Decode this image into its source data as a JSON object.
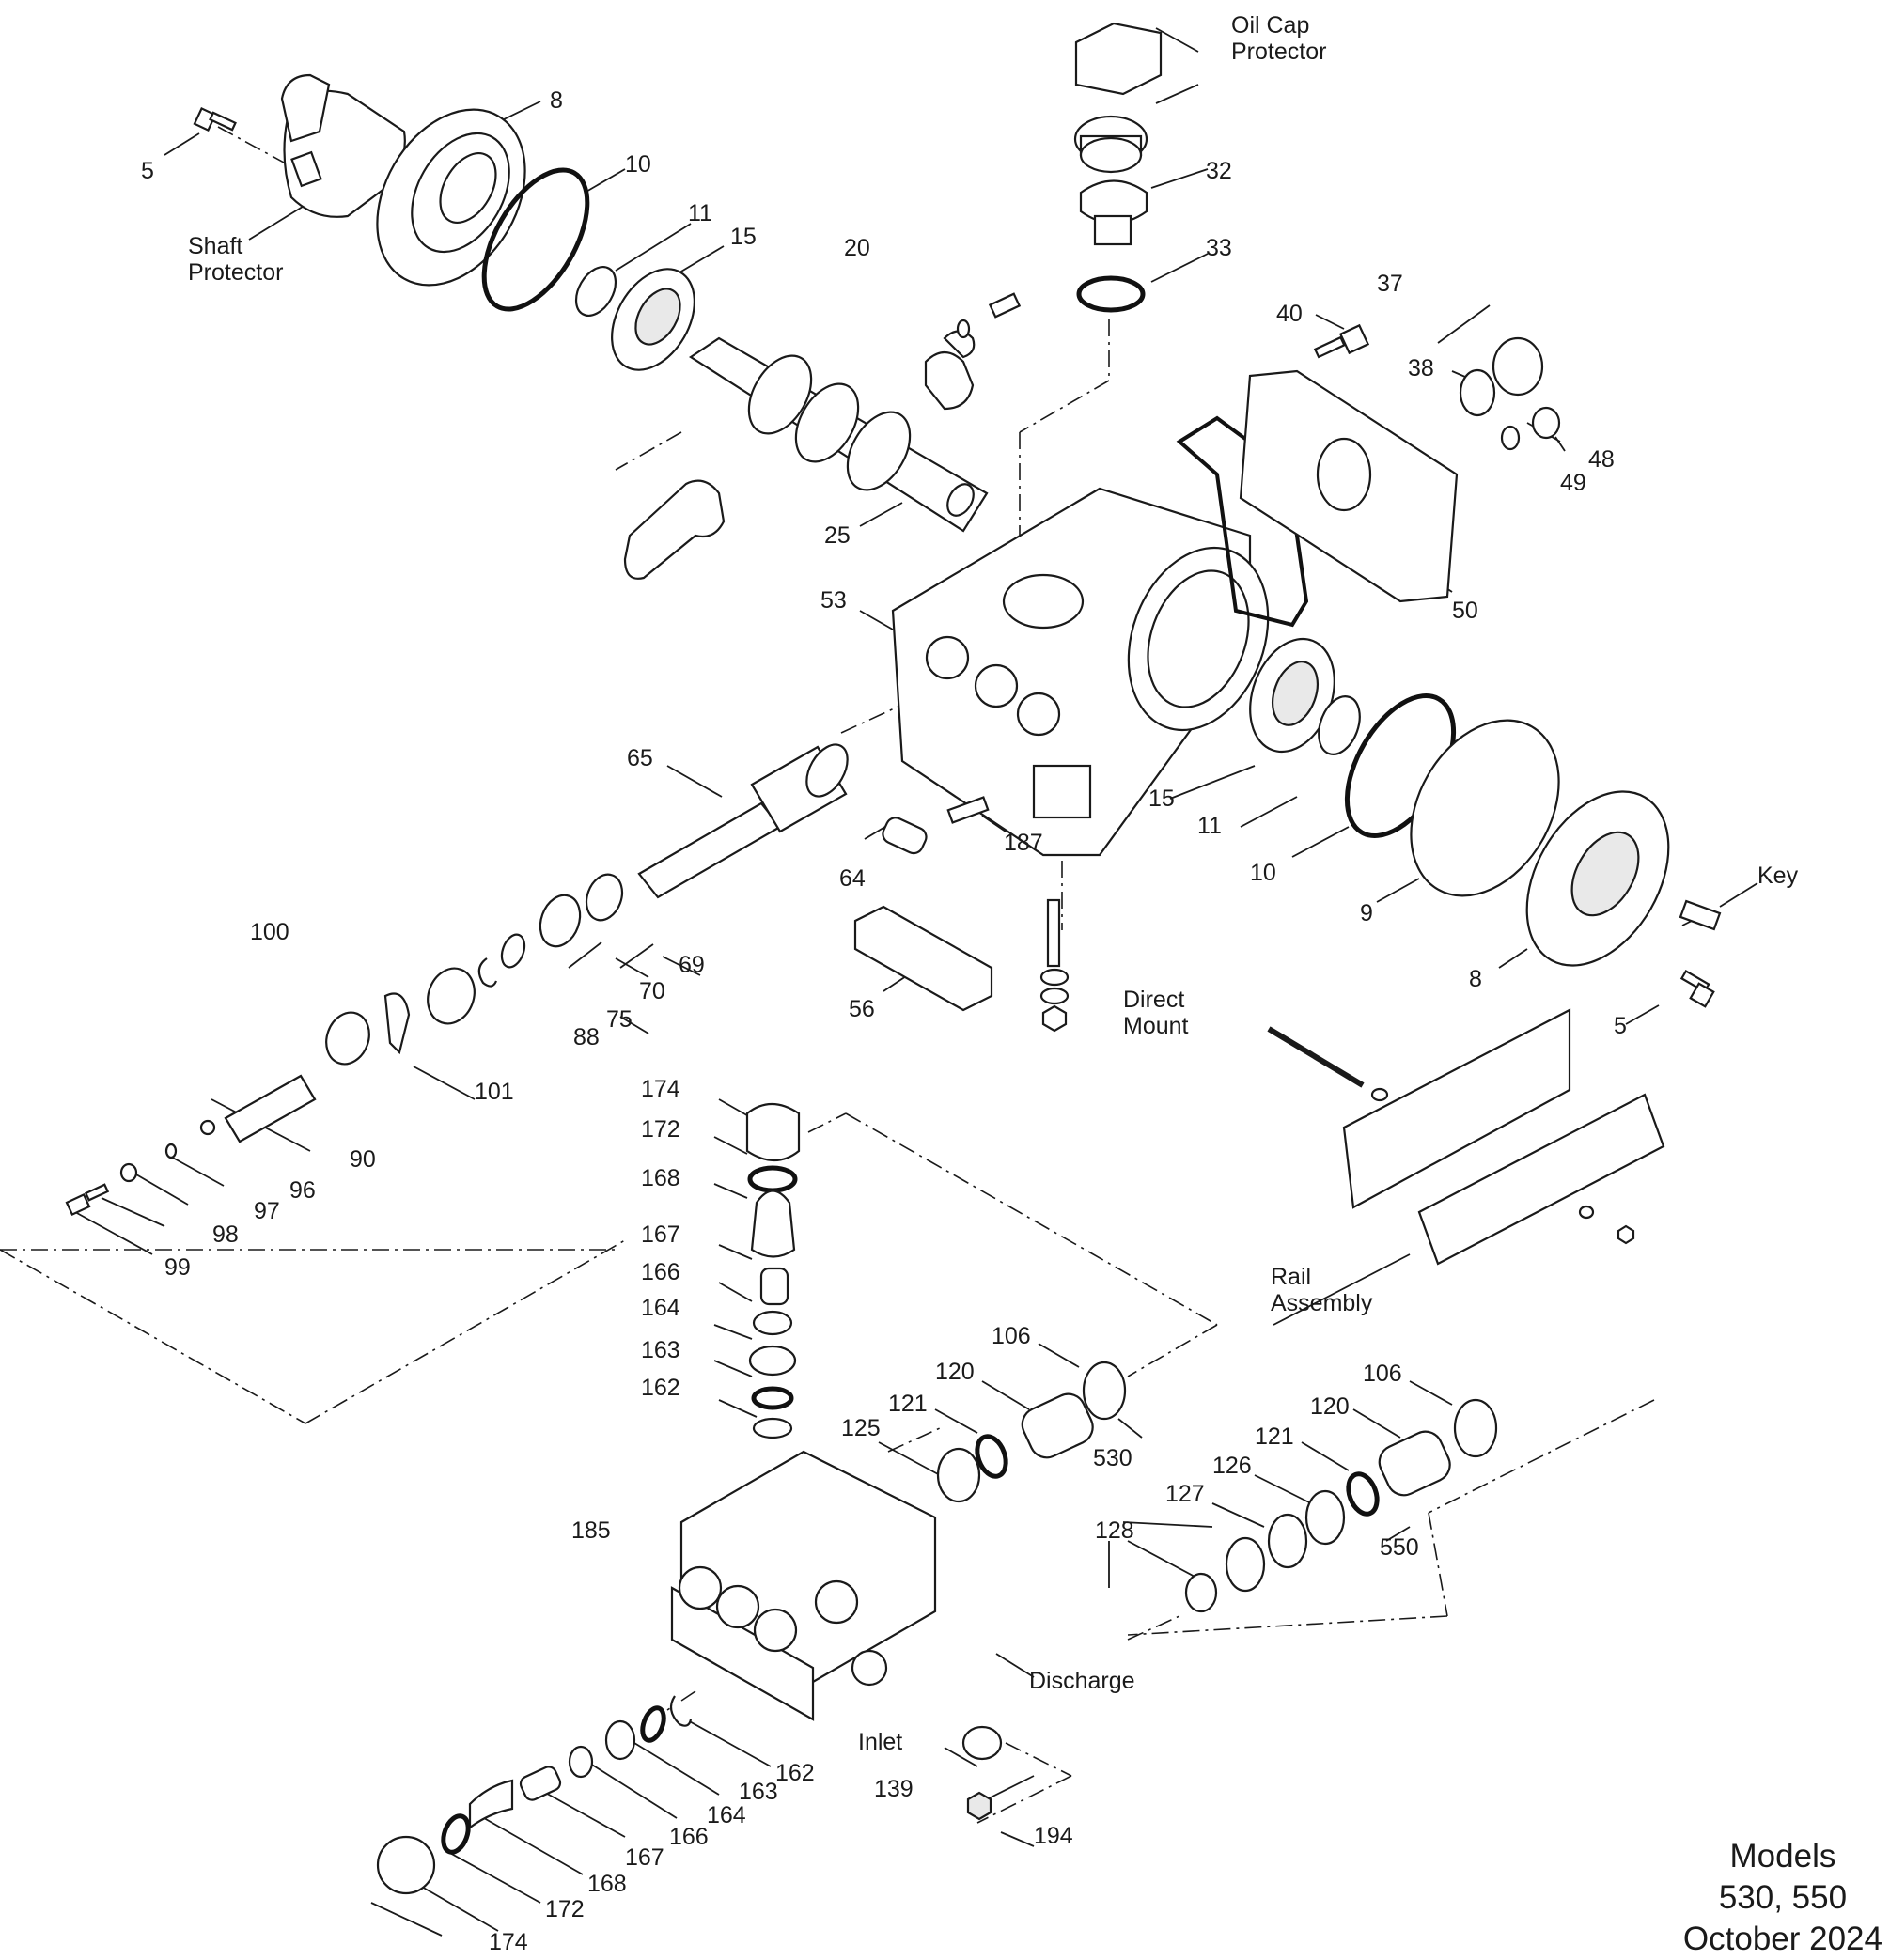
{
  "diagram": {
    "labels": {
      "l5a": "5",
      "l8a": "8",
      "l10a": "10",
      "l11a": "11",
      "l15a": "15",
      "l20": "20",
      "l25": "25",
      "lshaft1": "Shaft",
      "lshaft2": "Protector",
      "loil1": "Oil Cap",
      "loil2": "Protector",
      "l32": "32",
      "l33": "33",
      "l37": "37",
      "l38": "38",
      "l40": "40",
      "l48": "48",
      "l49": "49",
      "l50": "50",
      "l53": "53",
      "l65": "65",
      "l64": "64",
      "l187": "187",
      "l15b": "15",
      "l11b": "11",
      "l10b": "10",
      "l9": "9",
      "l8b": "8",
      "l5b": "5",
      "lkey": "Key",
      "l100": "100",
      "l101": "101",
      "l88": "88",
      "l75": "75",
      "l70": "70",
      "l69": "69",
      "l56": "56",
      "ldm1": "Direct",
      "ldm2": "Mount",
      "l90": "90",
      "l96": "96",
      "l97": "97",
      "l98": "98",
      "l99": "99",
      "lrail1": "Rail",
      "lrail2": "Assembly",
      "l174a": "174",
      "l172a": "172",
      "l168a": "168",
      "l167a": "167",
      "l166a": "166",
      "l164a": "164",
      "l163a": "163",
      "l162a": "162",
      "l106a": "106",
      "l120a": "120",
      "l121a": "121",
      "l125": "125",
      "l530": "530",
      "l106b": "106",
      "l120b": "120",
      "l121b": "121",
      "l126": "126",
      "l127": "127",
      "l128": "128",
      "l550": "550",
      "l185": "185",
      "ldis": "Discharge",
      "linlet": "Inlet",
      "l139": "139",
      "l194": "194",
      "l162b": "162",
      "l163b": "163",
      "l164b": "164",
      "l166b": "166",
      "l167b": "167",
      "l168b": "168",
      "l172b": "172",
      "l174b": "174"
    }
  },
  "footer": {
    "models_label": "Models",
    "models": "530, 550",
    "date": "October 2024"
  }
}
